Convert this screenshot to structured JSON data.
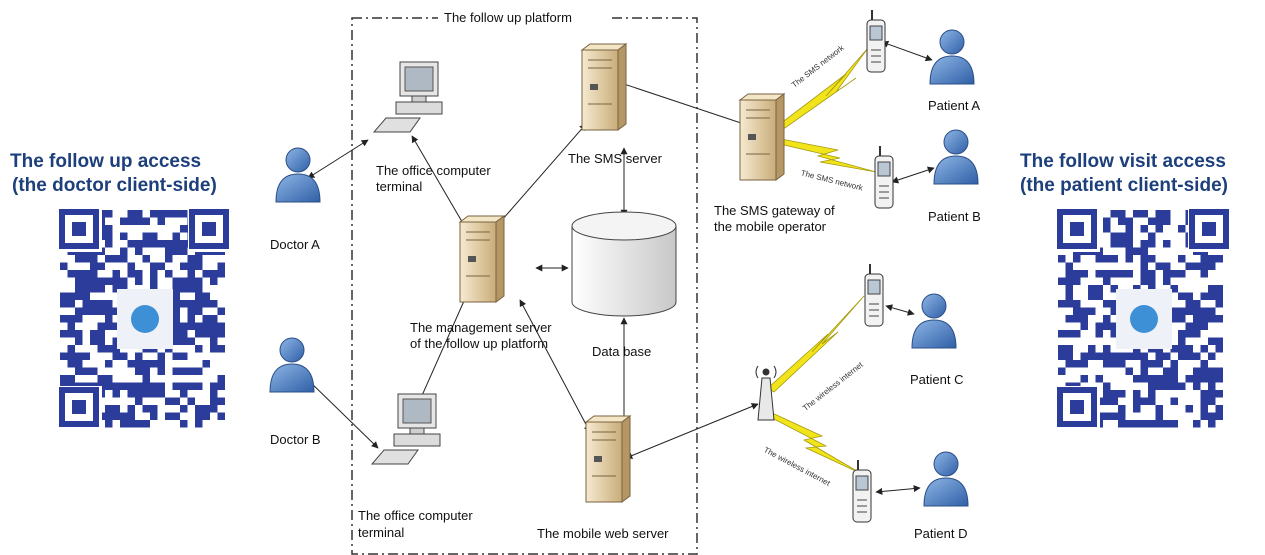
{
  "platform": {
    "title": "The follow up platform"
  },
  "left_access": {
    "line1": "The follow up access",
    "line2": "(the doctor client-side)"
  },
  "right_access": {
    "line1": "The follow visit access",
    "line2": "(the patient client-side)"
  },
  "doctors": {
    "a": "Doctor A",
    "b": "Doctor B"
  },
  "terminals": {
    "top_line1": "The office computer",
    "top_line2": "terminal",
    "bottom_line1": "The office computer",
    "bottom_line2": "terminal"
  },
  "servers": {
    "sms": "The SMS server",
    "mgmt_line1": "The management server",
    "mgmt_line2": "of the follow up platform",
    "database": "Data base",
    "mobile_web": "The mobile web server"
  },
  "gateway": {
    "line1": "The SMS gateway of",
    "line2": "the mobile operator"
  },
  "patients": {
    "a": "Patient A",
    "b": "Patient B",
    "c": "Patient C",
    "d": "Patient D"
  },
  "networks": {
    "sms_a": "The SMS network",
    "sms_b": "The SMS network",
    "wireless_c": "The wireless internet",
    "wireless_d": "The wireless internet"
  },
  "colors": {
    "heading": "#1d3f7c",
    "person": "#4a7fc1",
    "server": "#e8d6b0",
    "lightning": "#f2e41a",
    "qr": "#2b3c9a"
  }
}
